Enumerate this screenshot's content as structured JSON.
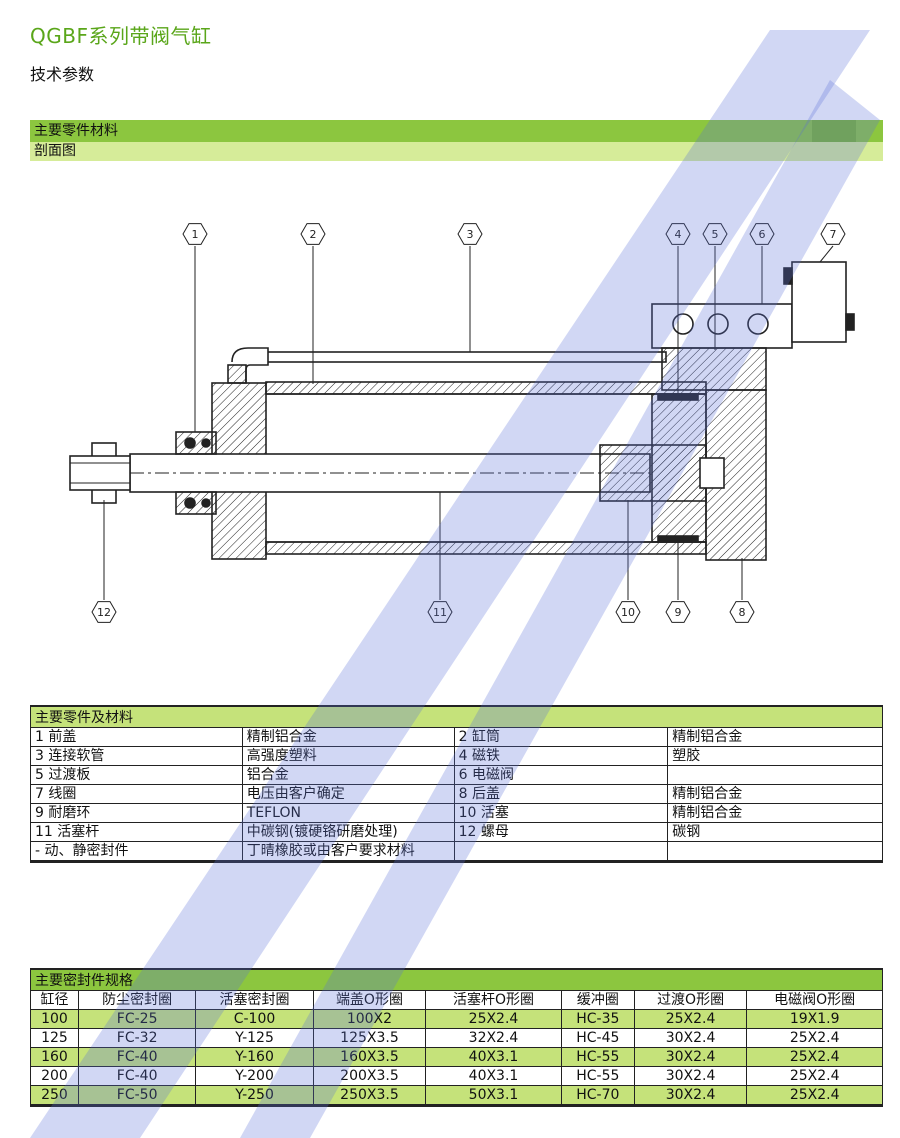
{
  "header": {
    "title": "QGBF系列带阀气缸",
    "subtitle": "技术参数"
  },
  "section": {
    "title": "主要零件材料",
    "sub": "剖面图"
  },
  "drawing": {
    "callouts": [
      "1",
      "2",
      "3",
      "4",
      "5",
      "6",
      "7",
      "12",
      "11",
      "10",
      "9",
      "8"
    ]
  },
  "parts_table": {
    "title": "主要零件及材料",
    "rows": [
      [
        "1  前盖",
        "精制铝合金",
        "2  缸筒",
        "精制铝合金"
      ],
      [
        "3  连接软管",
        "高强度塑料",
        "4  磁铁",
        "塑胶"
      ],
      [
        "5  过渡板",
        "铝合金",
        "6  电磁阀",
        ""
      ],
      [
        "7  线圈",
        "电压由客户确定",
        "8  后盖",
        "精制铝合金"
      ],
      [
        "9  耐磨环",
        "TEFLON",
        "10  活塞",
        "精制铝合金"
      ],
      [
        "11  活塞杆",
        "中碳钢(镀硬铬研磨处理)",
        "12  螺母",
        "碳钢"
      ],
      [
        "-  动、静密封件",
        "丁晴橡胶或由客户要求材料",
        "",
        ""
      ]
    ]
  },
  "seals_table": {
    "title": "主要密封件规格",
    "headers": [
      "缸径",
      "防尘密封圈",
      "活塞密封圈",
      "端盖O形圈",
      "活塞杆O形圈",
      "缓冲圈",
      "过渡O形圈",
      "电磁阀O形圈"
    ],
    "rows": [
      [
        "100",
        "FC-25",
        "C-100",
        "100X2",
        "25X2.4",
        "HC-35",
        "25X2.4",
        "19X1.9"
      ],
      [
        "125",
        "FC-32",
        "Y-125",
        "125X3.5",
        "32X2.4",
        "HC-45",
        "30X2.4",
        "25X2.4"
      ],
      [
        "160",
        "FC-40",
        "Y-160",
        "160X3.5",
        "40X3.1",
        "HC-55",
        "30X2.4",
        "25X2.4"
      ],
      [
        "200",
        "FC-40",
        "Y-200",
        "200X3.5",
        "40X3.1",
        "HC-55",
        "30X2.4",
        "25X2.4"
      ],
      [
        "250",
        "FC-50",
        "Y-250",
        "250X3.5",
        "50X3.1",
        "HC-70",
        "30X2.4",
        "25X2.4"
      ]
    ]
  },
  "colors": {
    "accent": "#8cc63f",
    "light": "#d6ec99",
    "title": "#5aa61a",
    "watermark": "#5b6fd6"
  }
}
